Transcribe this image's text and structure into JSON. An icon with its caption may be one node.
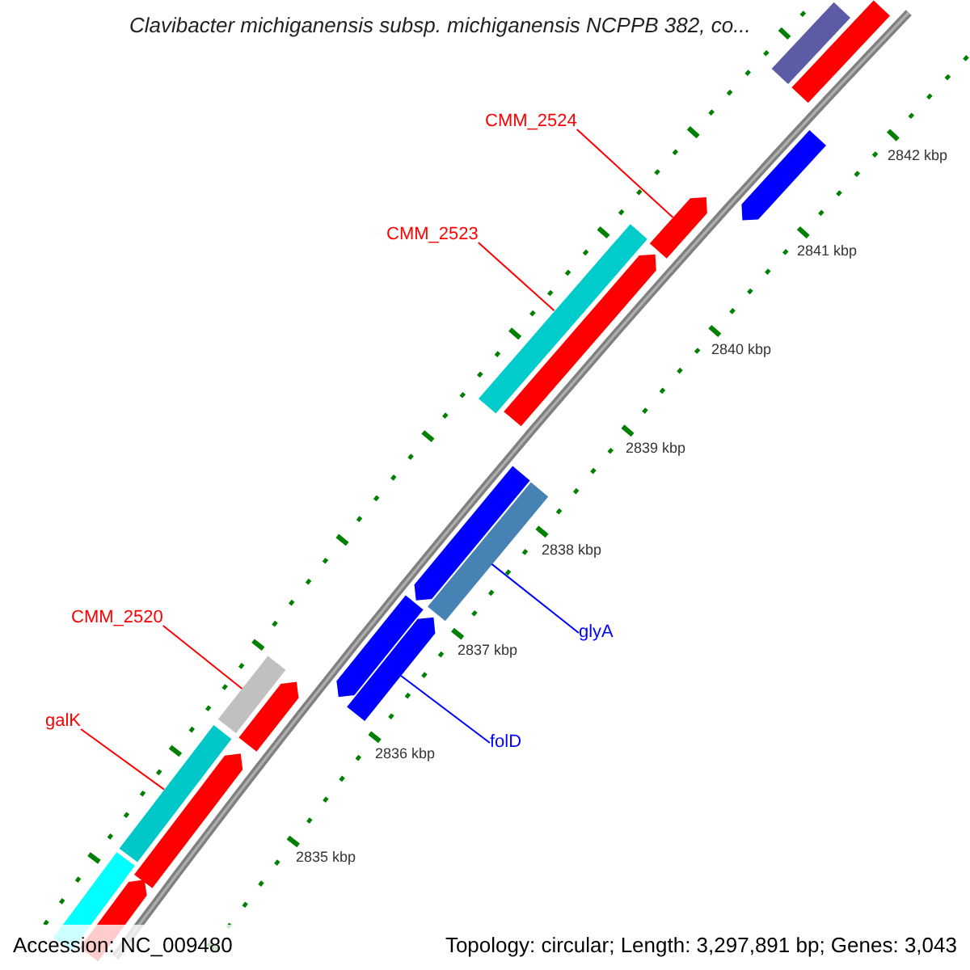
{
  "diagram": {
    "title": "Clavibacter michiganensis subsp. michiganensis NCPPB 382, co...",
    "nodes": [
      {
        "text": [
          "CMM_2524"
        ]
      },
      {
        "text": [
          "CMM_2523"
        ]
      },
      {
        "text": [
          "CMM_2520"
        ]
      },
      {
        "text": [
          "galK"
        ]
      },
      {
        "text": [
          "glyA"
        ]
      },
      {
        "text": [
          "folD"
        ]
      },
      {
        "text": [],
        "shape": "bar"
      },
      {
        "text": [],
        "shape": "bar"
      },
      {
        "text": [],
        "shape": "bar"
      },
      {
        "text": [],
        "shape": "bar"
      },
      {
        "text": [],
        "shape": "bar"
      },
      {
        "text": [],
        "shape": "bar"
      },
      {
        "text": [],
        "shape": "bar"
      },
      {
        "text": [],
        "shape": "bar"
      },
      {
        "text": [],
        "shape": "bar"
      },
      {
        "text": [],
        "shape": "bar"
      },
      {
        "text": [],
        "shape": "bar"
      },
      {
        "text": [],
        "shape": "bar"
      },
      {
        "text": [],
        "shape": "bar"
      },
      {
        "text": [],
        "shape": "bar"
      },
      {
        "text": [],
        "shape": "bar"
      },
      {
        "text": [],
        "shape": "bar"
      }
    ],
    "edges": [
      {
        "from": 0,
        "to": 9,
        "arrow": "none"
      },
      {
        "from": 1,
        "to": 10,
        "arrow": "none"
      },
      {
        "from": 2,
        "to": 16,
        "arrow": "none"
      },
      {
        "from": 3,
        "to": 18,
        "arrow": "none"
      },
      {
        "from": 4,
        "to": 13,
        "arrow": "none",
        "color": "#0000ff"
      },
      {
        "from": 5,
        "to": 15,
        "arrow": "none",
        "color": "#0000ff"
      }
    ],
    "labels": [
      "2842 kbp",
      "2841 kbp",
      "2840 kbp",
      "2839 kbp",
      "2838 kbp",
      "2837 kbp",
      "2836 kbp",
      "2835 kbp",
      "Accession: NC_009480",
      "Topology: circular; Length: 3,297,891 bp; Genes: 3,043"
    ]
  }
}
